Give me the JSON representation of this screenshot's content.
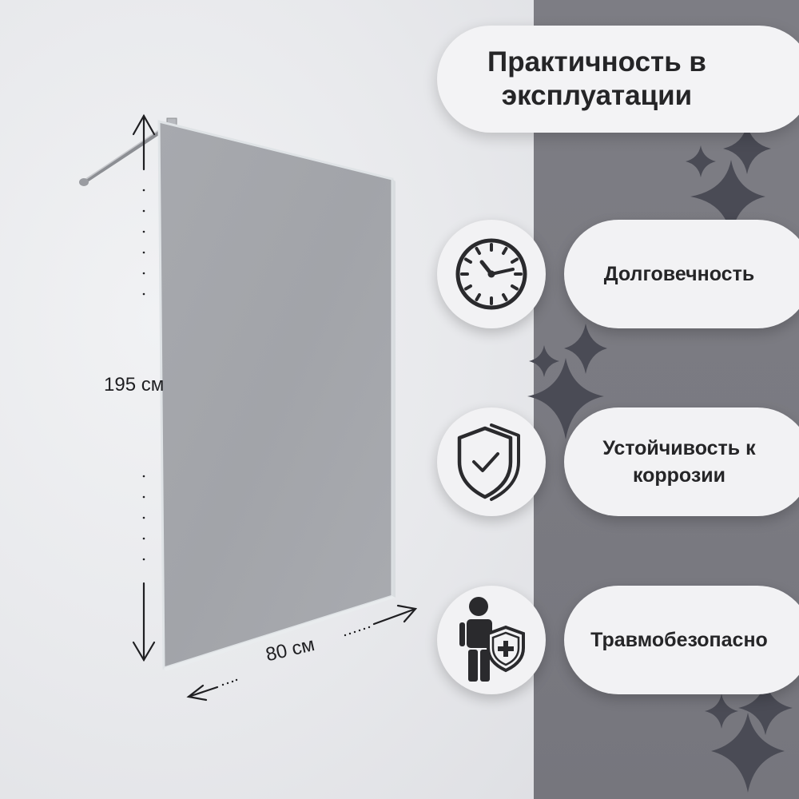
{
  "dimensions": {
    "height_label": "195 см",
    "width_label": "80 см"
  },
  "title": {
    "line1": "Практичность в",
    "line2": "эксплуатации"
  },
  "features": [
    {
      "label": "Долговечность",
      "icon": "clock-icon"
    },
    {
      "label": "Устойчивость к коррозии",
      "icon": "shield-check-icon"
    },
    {
      "label": "Травмобезопасно",
      "icon": "person-shield-icon"
    }
  ],
  "colors": {
    "background_light": "#e9eaee",
    "background_dark": "#7a7a81",
    "glass": "#a3a5aa",
    "pill": "#f2f2f4",
    "text": "#252527",
    "star": "#4a4b55"
  }
}
